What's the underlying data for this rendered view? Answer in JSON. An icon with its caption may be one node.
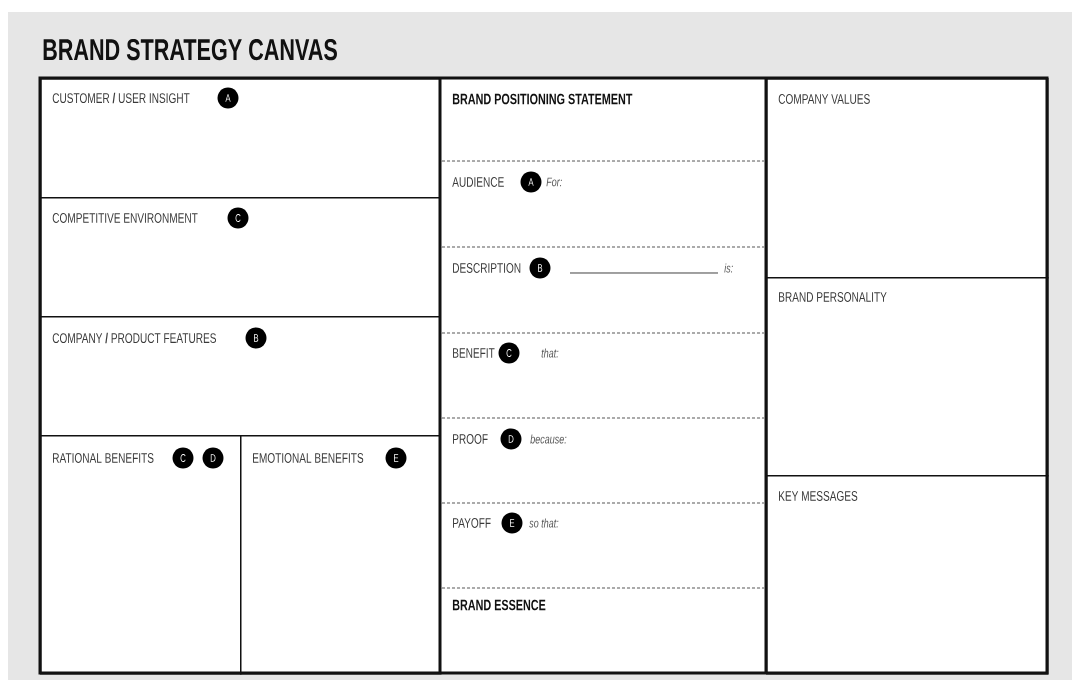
{
  "diagram": {
    "title": "BRAND STRATEGY CANVAS",
    "nodes": [
      {
        "text": [
          "CUSTOMER **/** USER INSIGHT"
        ]
      },
      {
        "text": [
          "A"
        ],
        "in": 0
      },
      {
        "text": [
          "COMPETITIVE ENVIRONMENT"
        ]
      },
      {
        "text": [
          "C"
        ],
        "in": 2
      },
      {
        "text": [
          "COMPANY **/** PRODUCT FEATURES"
        ]
      },
      {
        "text": [
          "B"
        ],
        "in": 4
      },
      {
        "text": [
          "RATIONAL BENEFITS"
        ]
      },
      {
        "text": [
          "C"
        ],
        "in": 6
      },
      {
        "text": [
          "D"
        ],
        "in": 6
      },
      {
        "text": [
          "EMOTIONAL BENEFITS"
        ]
      },
      {
        "text": [
          "E"
        ],
        "in": 9
      },
      {
        "text": [
          "BRAND POSITIONING STATEMENT"
        ]
      },
      {
        "text": [
          "AUDIENCE",
          "For:"
        ]
      },
      {
        "text": [
          "A"
        ],
        "in": 12
      },
      {
        "text": [
          "DESCRIPTION",
          "is:"
        ]
      },
      {
        "text": [
          "B"
        ],
        "in": 14
      },
      {
        "text": [
          "BENEFIT",
          "that:"
        ]
      },
      {
        "text": [
          "C"
        ],
        "in": 16
      },
      {
        "text": [
          "PROOF",
          "because:"
        ]
      },
      {
        "text": [
          "D"
        ],
        "in": 18
      },
      {
        "text": [
          "PAYOFF",
          "so that:"
        ]
      },
      {
        "text": [
          "E"
        ],
        "in": 20
      },
      {
        "text": [
          "BRAND ESSENCE"
        ]
      },
      {
        "text": [
          "COMPANY VALUES"
        ]
      },
      {
        "text": [
          "BRAND PERSONALITY"
        ]
      },
      {
        "text": [
          "KEY MESSAGES"
        ]
      }
    ]
  }
}
